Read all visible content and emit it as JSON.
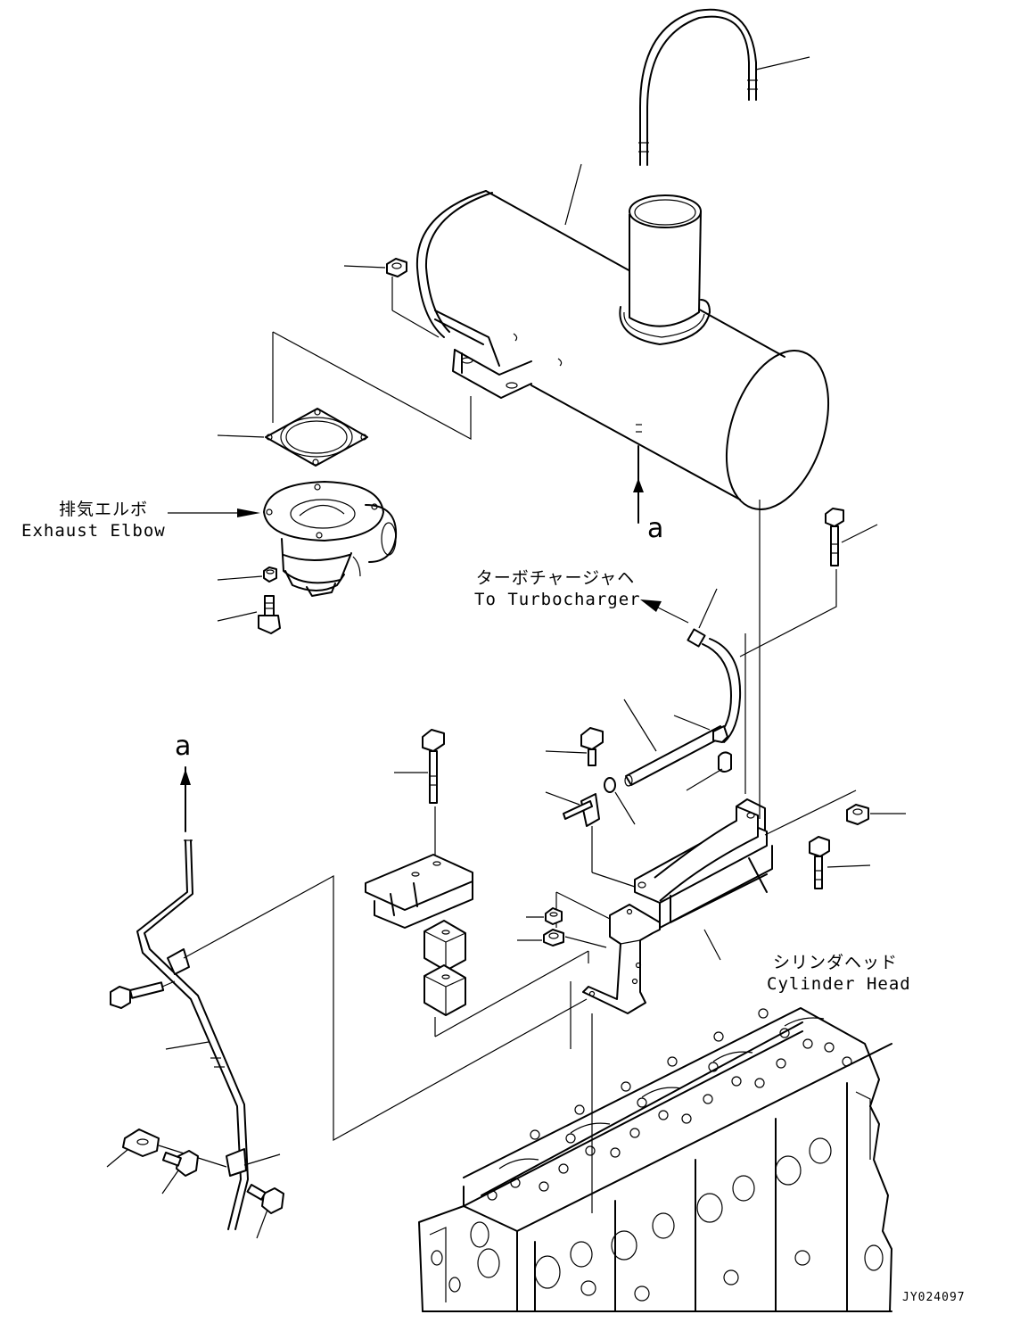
{
  "labels": {
    "exhaust_elbow_ja": "排気エルボ",
    "exhaust_elbow_en": "Exhaust Elbow",
    "turbo_ja": "ターボチャージャヘ",
    "turbo_en": "To Turbocharger",
    "cyl_head_ja": "シリンダヘッド",
    "cyl_head_en": "Cylinder Head"
  },
  "view_markers": {
    "upper": "a",
    "lower": "a"
  },
  "drawing_id": "JY024097"
}
